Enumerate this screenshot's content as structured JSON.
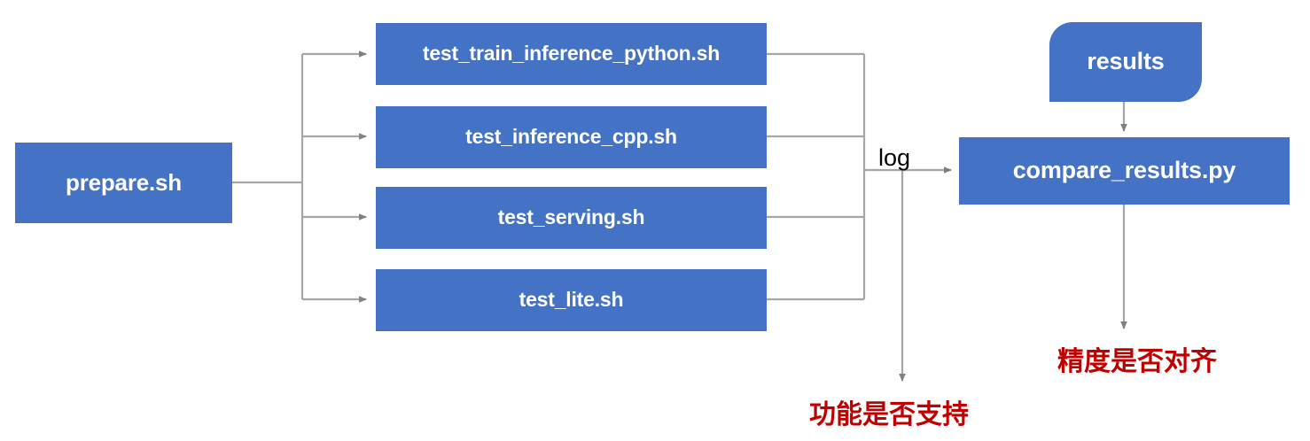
{
  "diagram": {
    "title": "PaddlePaddle TIPC test pipeline flowchart",
    "colors": {
      "node_fill": "#4472C4",
      "node_text": "#FFFFFF",
      "connector": "#A6A6A6",
      "annotation_text": "#C00000",
      "background": "#FFFFFF"
    },
    "nodes": {
      "prepare": {
        "label": "prepare.sh",
        "shape": "rectangle"
      },
      "compare": {
        "label": "compare_results.py",
        "shape": "rectangle"
      },
      "results": {
        "label": "results",
        "shape": "rounded-diagonal-rectangle"
      }
    },
    "test_scripts": [
      {
        "label": "test_train_inference_python.sh"
      },
      {
        "label": "test_inference_cpp.sh"
      },
      {
        "label": "test_serving.sh"
      },
      {
        "label": "test_lite.sh"
      }
    ],
    "edge_labels": {
      "log": "log"
    },
    "annotations": [
      {
        "key": "function_supported",
        "text": "功能是否支持"
      },
      {
        "key": "precision_aligned",
        "text": "精度是否对齐"
      }
    ]
  }
}
